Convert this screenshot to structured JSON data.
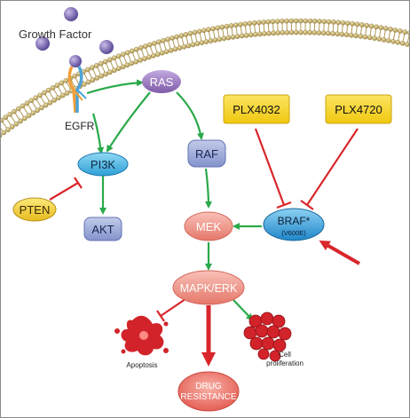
{
  "labels": {
    "growth_factor": "Growth Factor",
    "egfr": "EGFR",
    "ras": "RAS",
    "pi3k": "PI3K",
    "pten": "PTEN",
    "akt": "AKT",
    "raf": "RAF",
    "mek": "MEK",
    "braf": "BRAF*",
    "braf_mutation": "(V600E)",
    "plx4032": "PLX4032",
    "plx4720": "PLX4720",
    "mapk_erk": "MAPK/ERK",
    "apoptosis": "Apoptosis",
    "cell_proliferation_line1": "Cell",
    "cell_proliferation_line2": "proliferation",
    "drug_resistance_line1": "DRUG",
    "drug_resistance_line2": "RESISTANCE"
  },
  "colors": {
    "activation_arrow": "#2aa94a",
    "inhibition": "#d9262b",
    "membrane_head": "#c9b46a",
    "ligand": "#6b5aa6",
    "drug_box": "#f4d426",
    "pten_fill": "#f3d43a",
    "pi3k_fill": "#5fc3ea",
    "braf_fill": "#3aa6e0",
    "akt_raf_fill": "#9aa8d6",
    "ras_fill": "#9b7cc0",
    "mek_mapk_fill": "#f29a8f",
    "drug_resistance_fill": "#ee7a72",
    "cell_red": "#d2232a"
  }
}
